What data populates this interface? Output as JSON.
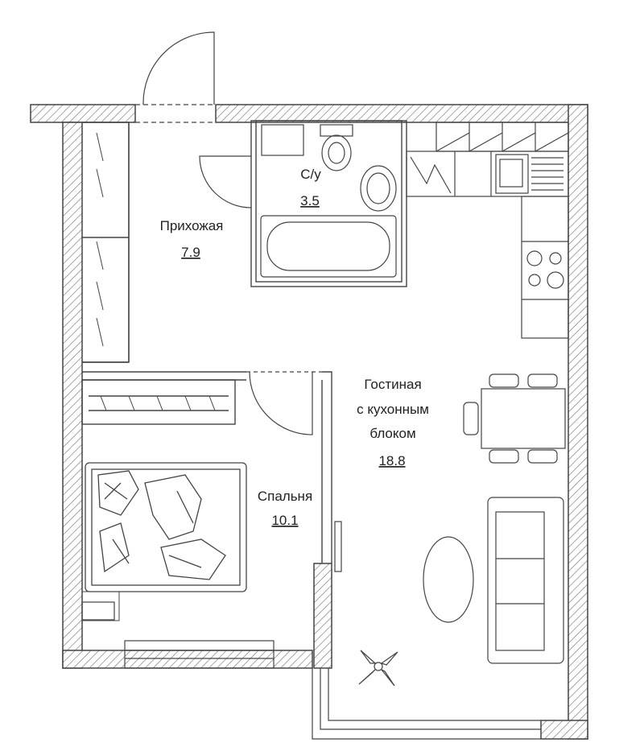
{
  "rooms": [
    {
      "id": "hallway",
      "name_lines": [
        "Прихожая"
      ],
      "area": "7.9"
    },
    {
      "id": "bathroom",
      "name_lines": [
        "С/у"
      ],
      "area": "3.5"
    },
    {
      "id": "living",
      "name_lines": [
        "Гостиная",
        "с кухонным",
        "блоком"
      ],
      "area": "18.8"
    },
    {
      "id": "bedroom",
      "name_lines": [
        "Спальня"
      ],
      "area": "10.1"
    }
  ],
  "colors": {
    "line": "#444444",
    "hatch": "#777777",
    "background": "#ffffff"
  }
}
